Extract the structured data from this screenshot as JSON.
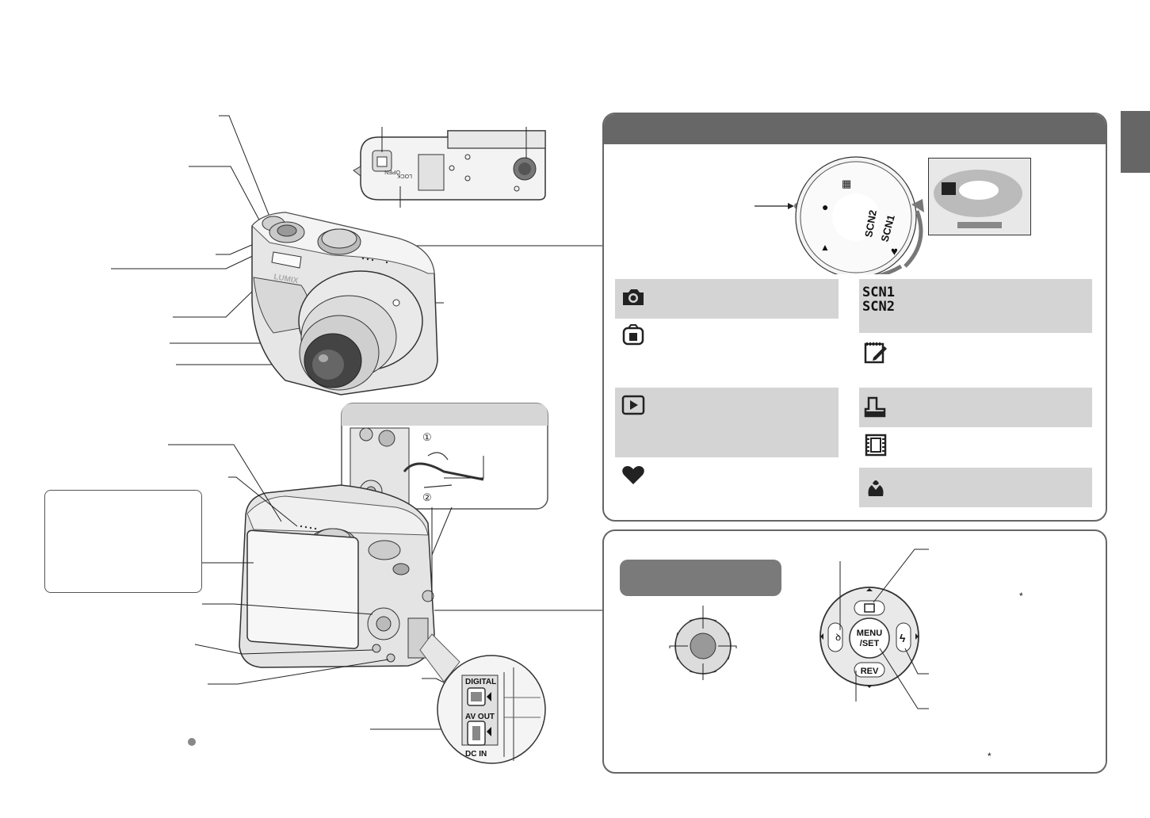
{
  "page": {
    "side_tab": "",
    "dial_labels": [
      "SCN1",
      "SCN2"
    ],
    "port_labels": {
      "digital": "DIGITAL",
      "av_out": "AV OUT",
      "dc_in": "DC IN"
    },
    "bottom_labels": {
      "open": "OPEN",
      "lock": "LOCK"
    },
    "brand": "LUMIX",
    "circled_steps": [
      "①",
      "②"
    ]
  },
  "mode_dial_panel": {
    "modes_left": [
      {
        "icon": "camera-icon",
        "highlighted": true
      },
      {
        "icon": "simple-mode-icon",
        "highlighted": false
      },
      {
        "icon": "playback-icon",
        "highlighted": true
      },
      {
        "icon": "heart-icon",
        "highlighted": false
      }
    ],
    "modes_right": [
      {
        "icon": "scene-mode-icon",
        "text": [
          "SCN1",
          "SCN2"
        ],
        "highlighted": true
      },
      {
        "icon": "clipboard-icon",
        "highlighted": false
      },
      {
        "icon": "print-icon",
        "highlighted": true
      },
      {
        "icon": "film-icon",
        "highlighted": false
      },
      {
        "icon": "macro-icon",
        "highlighted": true
      }
    ]
  },
  "cursor_panel": {
    "menu_set_label": "MENU\n/SET",
    "menu_label": "MENU",
    "set_label": "/SET",
    "rev_label": "REV",
    "asterisks": [
      "*",
      "*"
    ]
  },
  "colors": {
    "panel_header": "#676767",
    "highlight_box": "#d4d4d4",
    "border": "#666666"
  }
}
